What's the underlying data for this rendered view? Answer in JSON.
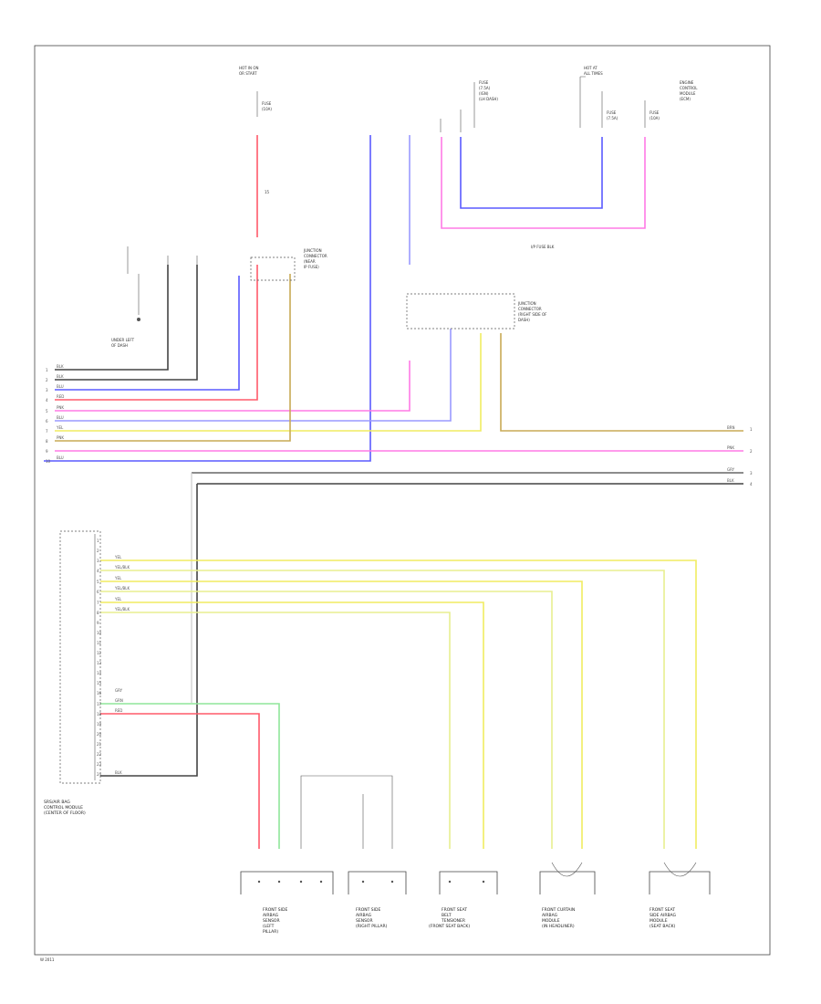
{
  "colors": {
    "black": "#444444",
    "gray": "#666666",
    "red": "#ff5a6a",
    "blue": "#5a5aff",
    "lightblue": "#9a9aff",
    "yellow": "#f0ec60",
    "tan": "#c8aa55",
    "pink": "#ff7ae6",
    "green": "#8fe69a",
    "ltyellow": "#e8ef90"
  },
  "labels": {
    "hot_top": "HOT IN ON",
    "hot_top_sub": "OR START",
    "fuse_a": "FUSE",
    "fuse_a_sub": "(10A)",
    "fuse_num": "15",
    "hot_right": "HOT AT",
    "hot_right_sub": "ALL TIMES",
    "fuse_b": "FUSE",
    "fuse_b_sub": "(7.5A)",
    "fuse_c": "FUSE",
    "fuse_c_sub": "(10A)",
    "ecm_label": "ENGINE",
    "ecm_label_2": "CONTROL",
    "ecm_label_3": "MODULE",
    "ecm_label_4": "(ECM)",
    "fuse_d": "FUSE",
    "fuse_d_sub": "(7.5A)",
    "fuse_d_sub2": "(IGN)",
    "fuse_d_sub3": "(LH DASH)",
    "jc1_a": "JUNCTION",
    "jc1_b": "CONNECTOR",
    "jc1_c": "(NEAR",
    "jc1_d": "IP FUSE)",
    "jc2_a": "JUNCTION",
    "jc2_b": "CONNECTOR",
    "jc2_c": "(RIGHT SIDE OF",
    "jc2_d": "DASH)",
    "ip_fuse": "I/P FUSE BLK",
    "lower_left_a": "UNDER LEFT",
    "lower_left_b": "OF DASH",
    "module_a": "SRS/AIR BAG",
    "module_b": "CONTROL MODULE",
    "module_c": "(CENTER OF FLOOR)",
    "comp1_a": "FRONT SIDE",
    "comp1_b": "AIRBAG",
    "comp1_c": "SENSOR",
    "comp1_d": "(LEFT",
    "comp1_e": "PILLAR)",
    "comp2_a": "FRONT SIDE",
    "comp2_b": "AIRBAG",
    "comp2_c": "SENSOR",
    "comp2_d": "(RIGHT PILLAR)",
    "comp3_a": "FRONT SEAT",
    "comp3_b": "BELT",
    "comp3_c": "TENSIONER",
    "comp3_d": "(FRONT SEAT BACK)",
    "comp4_a": "FRONT CURTAIN",
    "comp4_b": "AIRBAG",
    "comp4_c": "MODULE",
    "comp4_d": "(IN HEADLINER)",
    "comp5_a": "FRONT SEAT",
    "comp5_b": "SIDE AIRBAG",
    "comp5_c": "MODULE",
    "comp5_d": "(SEAT BACK)",
    "footer": "W 2011"
  },
  "wire_labels": [
    "BLK",
    "BLK",
    "BLU",
    "RED",
    "PNK",
    "BLU",
    "YEL",
    "PNK",
    "BLU",
    "GRY",
    "BLK",
    "YEL",
    "YEL/BLK",
    "YEL",
    "YEL/BLK",
    "YEL",
    "YEL/BLK",
    "GRY",
    "GRN",
    "RED",
    "BLK"
  ],
  "right_tags": [
    "BRN",
    "PNK",
    "GRY",
    "BLK"
  ],
  "right_nums": [
    "1",
    "2",
    "3",
    "4"
  ],
  "pin_numbers": [
    "1",
    "2",
    "3",
    "4",
    "5",
    "6",
    "7",
    "8",
    "9",
    "10",
    "11",
    "12",
    "13",
    "14",
    "15",
    "16",
    "17",
    "18",
    "19",
    "20",
    "21",
    "22",
    "23",
    "24",
    "25",
    "26"
  ],
  "left_nums": [
    "1",
    "2",
    "3",
    "4",
    "5",
    "6",
    "7",
    "8",
    "9",
    "10"
  ]
}
